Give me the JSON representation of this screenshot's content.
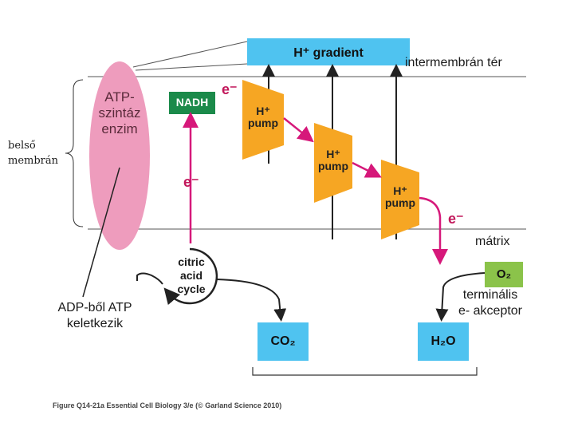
{
  "gradient_label": "H⁺ gradient",
  "intermembrane_label": "intermembrán tér",
  "matrix_label": "mátrix",
  "atp_synthase_label": [
    "ATP-",
    "szintáz",
    "enzim"
  ],
  "nadh_label": "NADH",
  "electron_label": "e⁻",
  "pumps": [
    {
      "line1": "H⁺",
      "line2": "pump"
    },
    {
      "line1": "H⁺",
      "line2": "pump"
    },
    {
      "line1": "H⁺",
      "line2": "pump"
    }
  ],
  "citric_cycle_label": [
    "citric",
    "acid",
    "cycle"
  ],
  "co2_label": "CO₂",
  "h2o_label": "H₂O",
  "o2_label": "O₂",
  "terminal_acceptor_label": [
    "terminális",
    "e- akceptor"
  ],
  "inner_membrane_label": [
    "belső",
    "membrán"
  ],
  "adp_label": [
    "ADP-ből ATP",
    "keletkezik"
  ],
  "caption": "Figure Q14-21a  Essential Cell Biology 3/e (© Garland Science 2010)",
  "colors": {
    "cyan": "#4fc3f0",
    "orange": "#f6a623",
    "magenta": "#d6187a",
    "pink_ellipse": "#ee9cbd",
    "nadh_green": "#1b8a4a",
    "o2_green": "#8bc34a"
  }
}
